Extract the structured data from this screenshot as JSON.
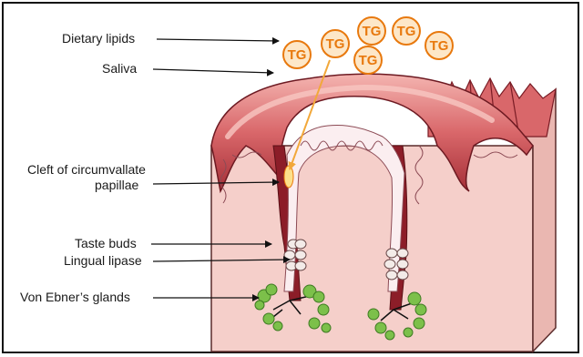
{
  "labels": {
    "dietary_lipids": "Dietary lipids",
    "saliva": "Saliva",
    "cleft_line1": "Cleft of circumvallate",
    "cleft_line2": "papillae",
    "taste_buds": "Taste buds",
    "lingual_lipase": "Lingual lipase",
    "von_ebner": "Von Ebner’s glands"
  },
  "tg_molecules": [
    "TG",
    "TG",
    "TG",
    "TG",
    "TG",
    "TG"
  ],
  "colors": {
    "tissue_pink": "#f2c9c4",
    "mucosa_red": "#d9676a",
    "mucosa_dark": "#8c1d28",
    "cleft_lining": "#fbeef0",
    "gland_green": "#7cc04a",
    "tg_orange": "#e8790e",
    "arrow_orange": "#f2a83a"
  }
}
